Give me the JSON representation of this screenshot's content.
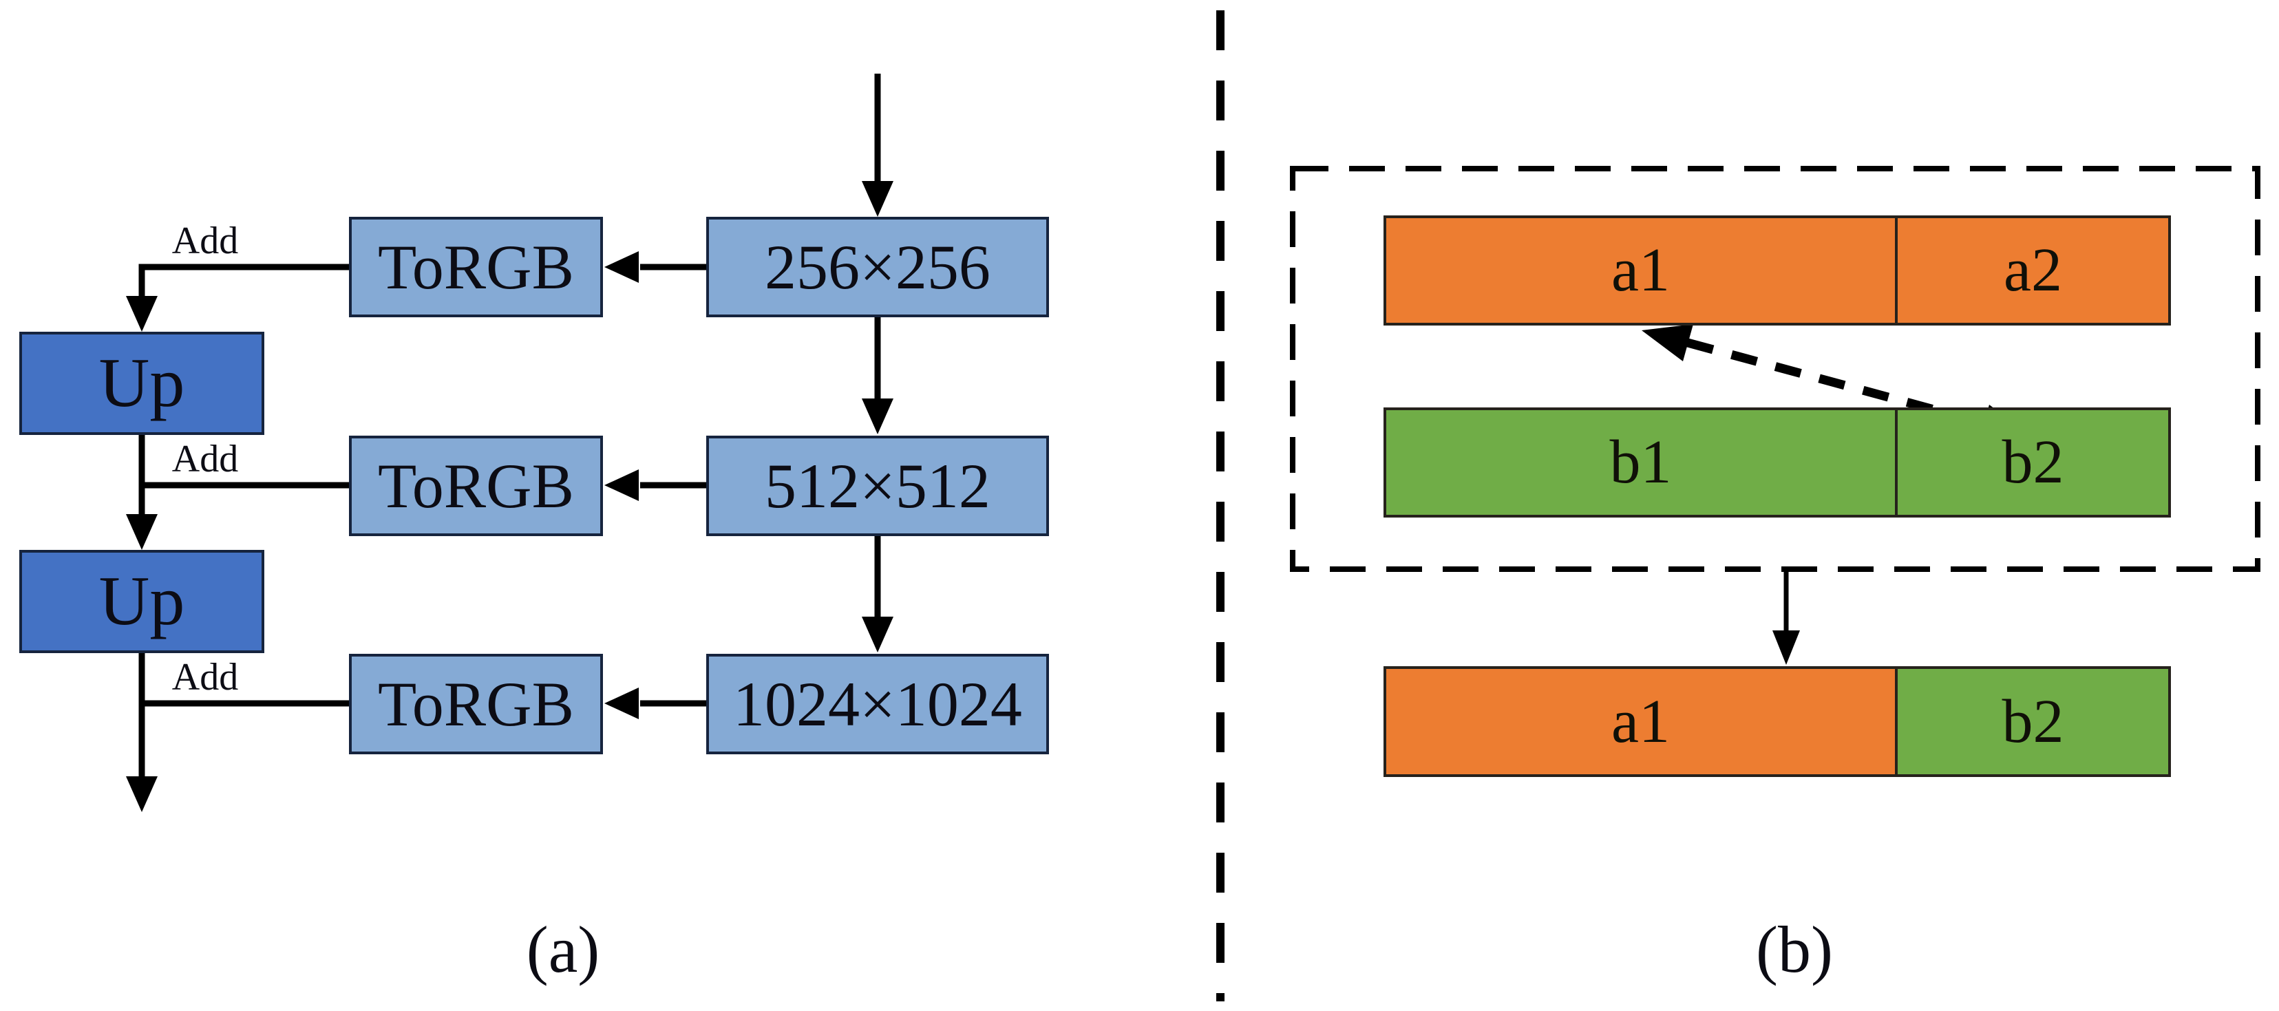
{
  "figure": {
    "panel_a": {
      "caption": "(a)",
      "add_labels": [
        "Add",
        "Add",
        "Add"
      ],
      "torgb_labels": [
        "ToRGB",
        "ToRGB",
        "ToRGB"
      ],
      "resolution_labels": [
        "256×256",
        "512×512",
        "1024×1024"
      ],
      "up_labels": [
        "Up",
        "Up"
      ],
      "colors": {
        "light_blue_box": "#85AAD5",
        "dark_blue_box": "#4472C4",
        "box_border": "#16243E"
      }
    },
    "panel_b": {
      "caption": "(b)",
      "top_bar_segments": [
        "a1",
        "a2"
      ],
      "middle_bar_segments": [
        "b1",
        "b2"
      ],
      "bottom_bar_segments": [
        "a1",
        "b2"
      ],
      "colors": {
        "orange": "#ED7D31",
        "green": "#70AD47",
        "bar_border": "#26221C"
      }
    }
  }
}
